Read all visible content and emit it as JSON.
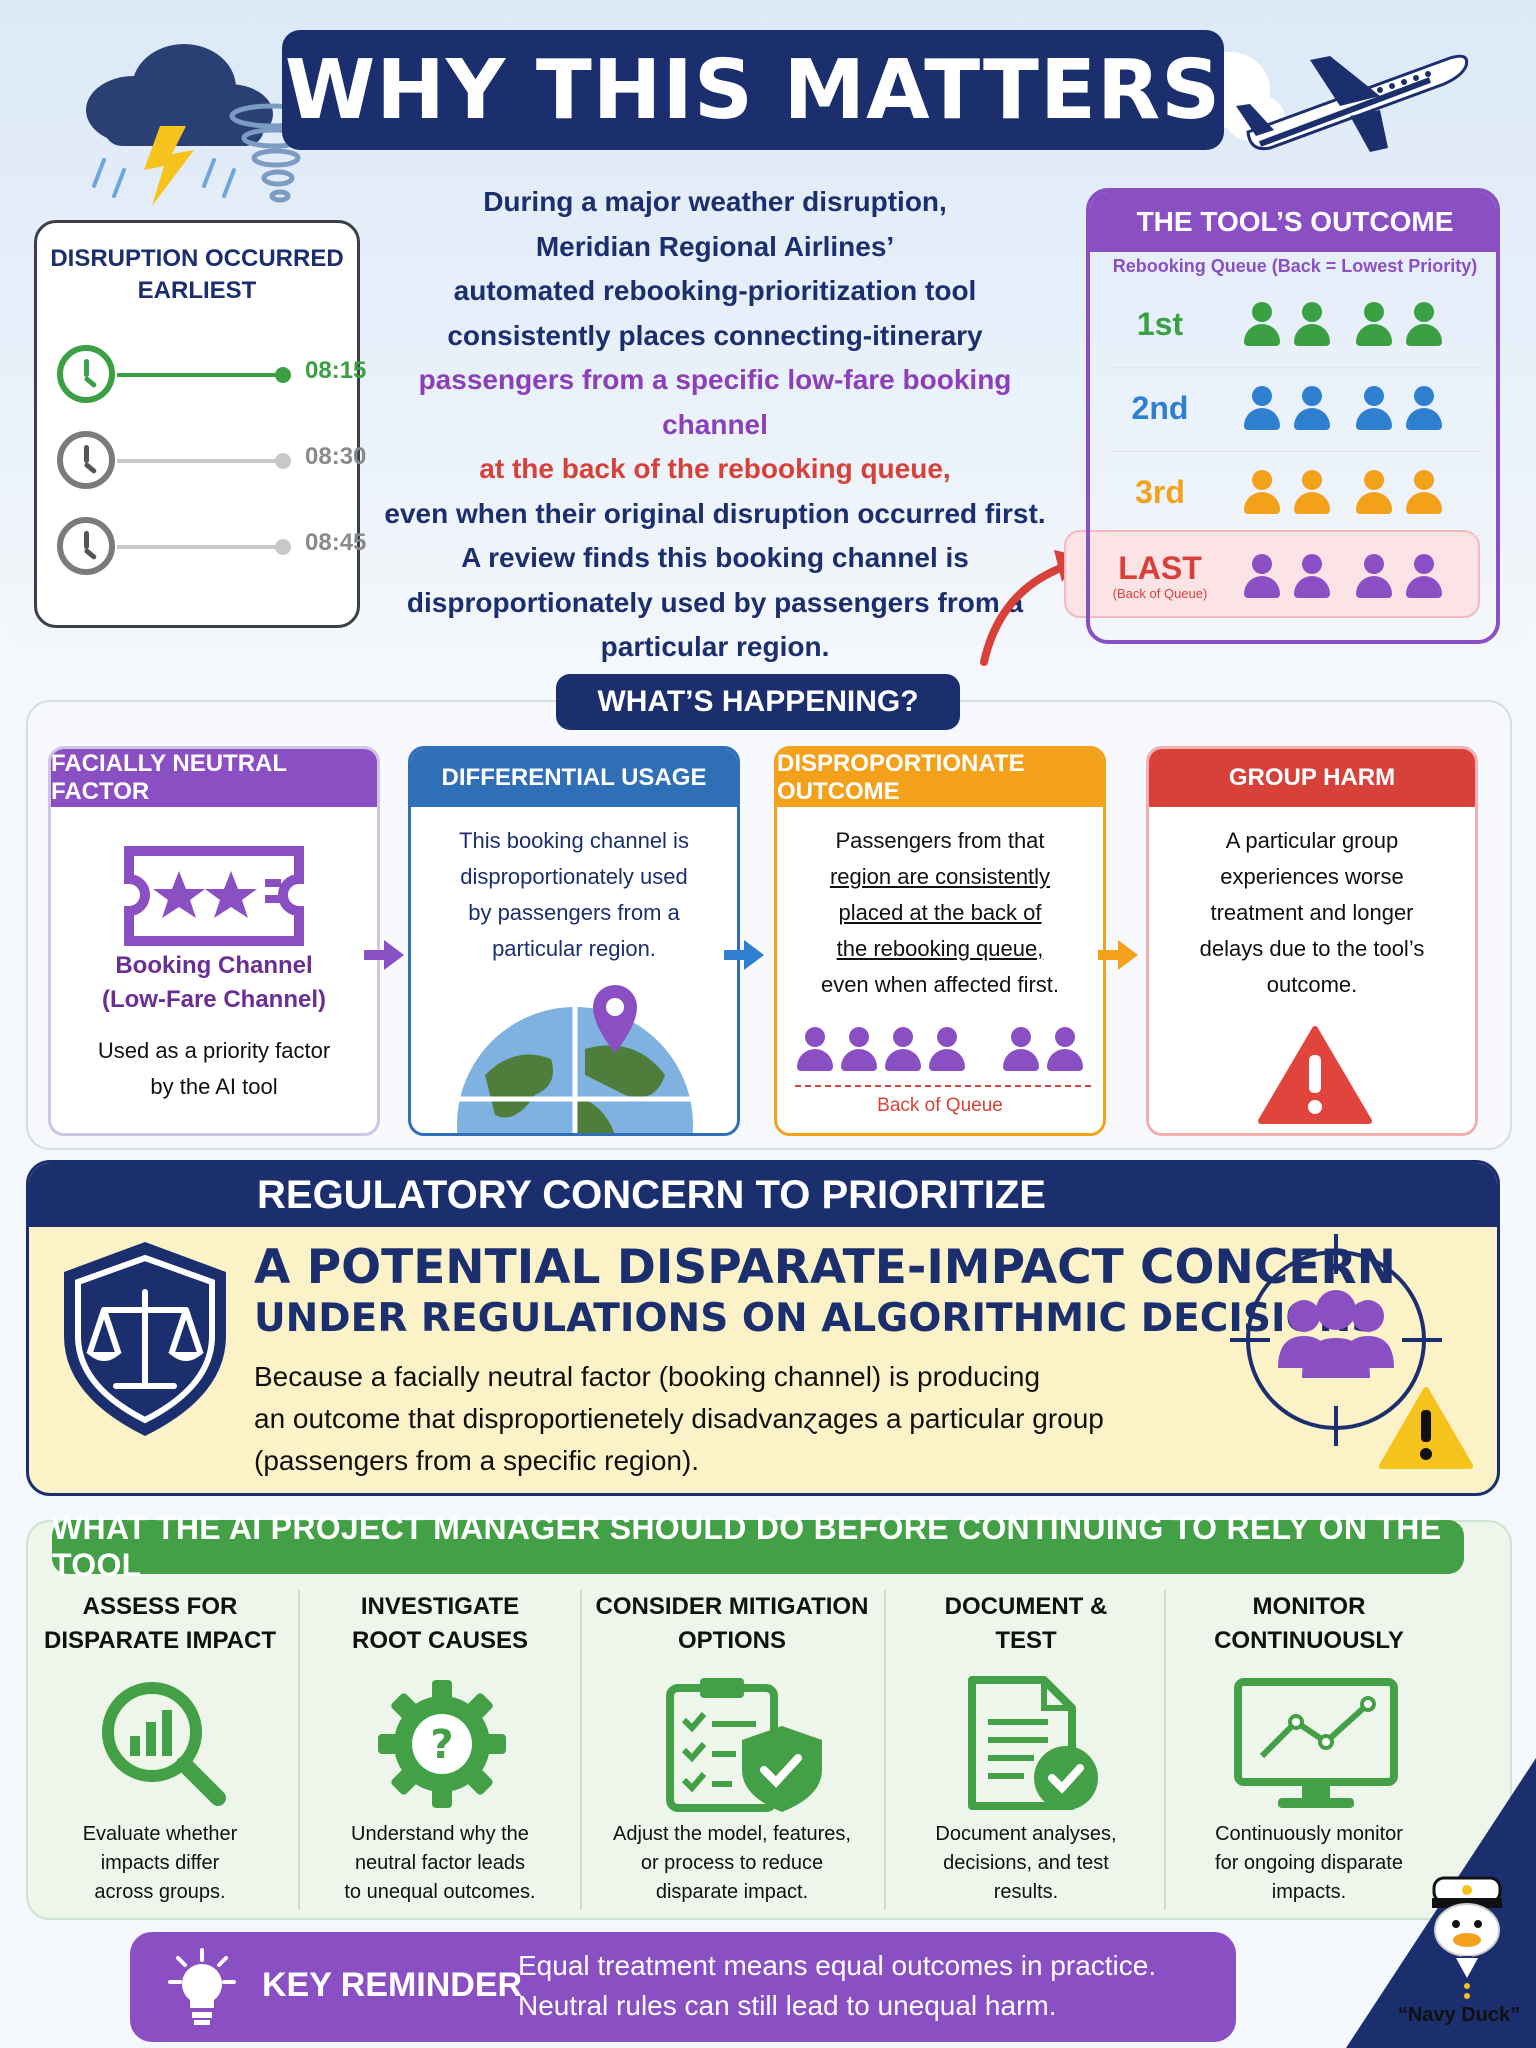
{
  "header": {
    "title": "WHY THIS MATTERS"
  },
  "disruption": {
    "title_line1": "DISRUPTION OCCURRED",
    "title_line2": "EARLIEST",
    "times": [
      "08:15",
      "08:30",
      "08:45"
    ]
  },
  "intro": {
    "line1": "During a major weather disruption,",
    "line2": "Meridian Regional Airlines’",
    "line3": "automated rebooking-prioritization tool",
    "line4": "consistently places connecting-itinerary",
    "line5": "passengers from a specific low-fare booking channel",
    "line6": "at the back of the rebooking queue,",
    "line7": "even when their original disruption occurred first.",
    "line8": "A review finds this booking channel is",
    "line9": "disproportionately used by passengers from a",
    "line10": "particular region."
  },
  "outcome": {
    "title": "THE TOOL’S OUTCOME",
    "subtitle": "Rebooking Queue (Back = Lowest Priority)",
    "ranks": [
      {
        "label": "1st",
        "color": "#3aa043"
      },
      {
        "label": "2nd",
        "color": "#2f7fd0"
      },
      {
        "label": "3rd",
        "color": "#f3a11b"
      },
      {
        "label": "LAST",
        "sub": "(Back of Queue)",
        "color": "#d8403a",
        "people_color": "#8b4fc4"
      }
    ]
  },
  "happening": {
    "title": "WHAT’S HAPPENING?",
    "cards": [
      {
        "title": "FACIALLY NEUTRAL FACTOR",
        "color": "#8b4fc4",
        "label1": "Booking Channel",
        "label2": "(Low-Fare Channel)",
        "text1": "Used as a priority factor",
        "text2": "by the AI tool"
      },
      {
        "title": "DIFFERENTIAL USAGE",
        "color": "#2f6fb8",
        "text1": "This booking channel is",
        "text2": "disproportionately used",
        "text3": "by passengers from a",
        "text4": "particular region."
      },
      {
        "title": "DISPROPORTIONATE OUTCOME",
        "color": "#f3a11b",
        "text1": "Passengers from that",
        "text2": "region are consistently",
        "text3": "placed at the back of",
        "text4": "the rebooking queue,",
        "text5": "even when affected first.",
        "caption": "Back of Queue"
      },
      {
        "title": "GROUP HARM",
        "color": "#d8403a",
        "text1": "A particular group",
        "text2": "experiences worse",
        "text3": "treatment and longer",
        "text4": "delays due to the tool’s",
        "text5": "outcome."
      }
    ]
  },
  "regulatory": {
    "title": "REGULATORY CONCERN TO PRIORITIZE",
    "big1": "A POTENTIAL DISPARATE-IMPACT CONCERN",
    "big2": "UNDER REGULATIONS ON ALGORITHMIC DECISIONS",
    "text1": "Because a facially neutral factor (booking channel) is producing",
    "text2": "an outcome that disproportienetely disadvanɀages a particular group",
    "text3": "(passengers from a specific region)."
  },
  "actions": {
    "title": "WHAT THE AI PROJECT MANAGER SHOULD DO BEFORE CONTINUING TO RELY ON THE TOOL",
    "items": [
      {
        "t1": "ASSESS FOR",
        "t2": "DISPARATE IMPACT",
        "d1": "Evaluate whether",
        "d2": "impacts differ",
        "d3": "across groups.",
        "icon": "magnifier-chart-icon"
      },
      {
        "t1": "INVESTIGATE",
        "t2": "ROOT CAUSES",
        "d1": "Understand why the",
        "d2": "neutral factor leads",
        "d3": "to unequal outcomes.",
        "icon": "gear-question-icon"
      },
      {
        "t1": "CONSIDER MITIGATION",
        "t2": "OPTIONS",
        "d1": "Adjust the model, features,",
        "d2": "or process to reduce",
        "d3": "disparate impact.",
        "icon": "clipboard-shield-icon"
      },
      {
        "t1": "DOCUMENT &",
        "t2": "TEST",
        "d1": "Document analyses,",
        "d2": "decisions, and test",
        "d3": "results.",
        "icon": "document-check-icon"
      },
      {
        "t1": "MONITOR",
        "t2": "CONTINUOUSLY",
        "d1": "Continuously monitor",
        "d2": "for ongoing disparate",
        "d3": "impacts.",
        "icon": "monitor-trend-icon"
      }
    ]
  },
  "reminder": {
    "label": "KEY REMINDER",
    "line1": "Equal treatment means equal outcomes in practice.",
    "line2": "Neutral rules can still lead to unequal harm."
  },
  "mascot": {
    "name": "“Navy Duck”"
  }
}
